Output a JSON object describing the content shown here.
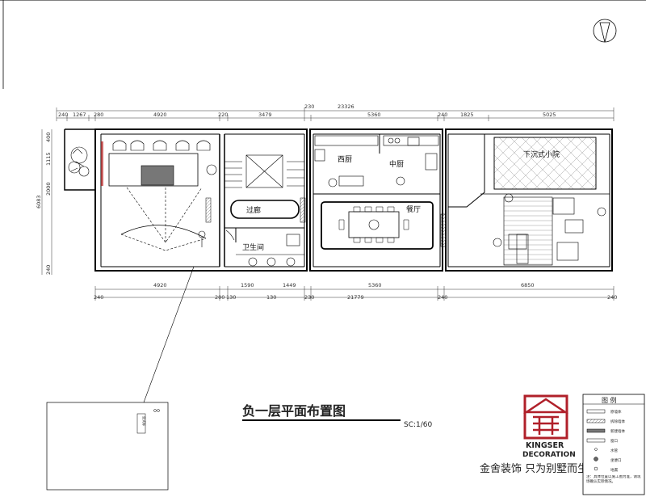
{
  "title": "负一层平面布置图",
  "scale": "SC:1/60",
  "rooms": {
    "west_kitchen": "西厨",
    "chinese_kitchen": "中厨",
    "corridor": "过廊",
    "dining": "餐厅",
    "bathroom": "卫生间",
    "sunken_yard": "下沉式小院"
  },
  "dims_top": {
    "total": "23326",
    "row": [
      "240",
      "1267",
      "280",
      "4920",
      "220",
      "3479",
      "230",
      "5360",
      "240",
      "1825",
      "5025"
    ]
  },
  "dims_left": [
    "400",
    "6083",
    "1115",
    "2000",
    "240"
  ],
  "dims_bottom": {
    "row": [
      "4920",
      "1590",
      "1449",
      "5360",
      "6850"
    ],
    "row2": [
      "240",
      "200",
      "130",
      "130",
      "230",
      "21779",
      "240",
      "240"
    ]
  },
  "legend": {
    "title": "图 例",
    "items": [
      "原墙体",
      "拆除墙体",
      "新建墙体",
      "窗口",
      "水管",
      "坐便口",
      "地漏"
    ],
    "note": "注：具体位置以施工图为准，请现场确认实际情况。"
  },
  "brand": {
    "name_en_1": "KINGSER",
    "name_en_2": "DECORATION",
    "slogan": "金舍装饰 只为别墅而生",
    "color": "#b0202a"
  },
  "inset_label": "坐式标"
}
